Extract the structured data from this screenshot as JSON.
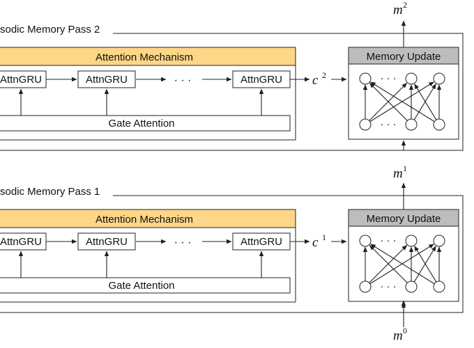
{
  "passes": [
    {
      "label": "sodic Memory Pass 2",
      "attention_label": "Attention Mechanism",
      "gru_cells": [
        "AttnGRU",
        "AttnGRU",
        "AttnGRU"
      ],
      "ellipsis": "· · ·",
      "gate_label": "Gate Attention",
      "context_var": "c",
      "context_index": "2",
      "memory_update_label": "Memory Update",
      "node_ellipsis": "· · ·",
      "output_var": "m",
      "output_index": "2"
    },
    {
      "label": "sodic Memory Pass 1",
      "attention_label": "Attention Mechanism",
      "gru_cells": [
        "AttnGRU",
        "AttnGRU",
        "AttnGRU"
      ],
      "ellipsis": "· · ·",
      "gate_label": "Gate Attention",
      "context_var": "c",
      "context_index": "1",
      "memory_update_label": "Memory Update",
      "node_ellipsis": "· · ·",
      "output_var": "m",
      "output_index": "1"
    }
  ],
  "initial_memory": {
    "var": "m",
    "index": "0"
  },
  "colors": {
    "attention_header": "#FDD687",
    "memory_header": "#BDBDBD",
    "stroke": "#222222",
    "background": "#FFFFFF"
  }
}
